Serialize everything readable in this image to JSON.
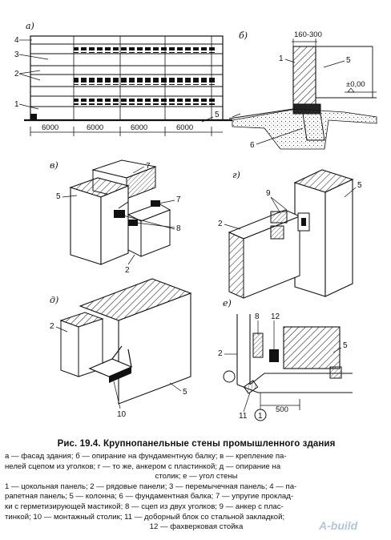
{
  "panels": {
    "a": {
      "label": "а)",
      "callouts": [
        "4",
        "3",
        "2",
        "1",
        "5"
      ],
      "dimensions": [
        "6000",
        "6000",
        "6000",
        "6000"
      ]
    },
    "b": {
      "label": "б)",
      "dimension": "160-300",
      "level": "±0,00",
      "callouts": [
        "1",
        "5",
        "6"
      ]
    },
    "v": {
      "label": "в)",
      "callouts": [
        "7",
        "5",
        "7",
        "8",
        "2"
      ]
    },
    "g": {
      "label": "г)",
      "callouts": [
        "9",
        "5",
        "2"
      ]
    },
    "d": {
      "label": "д)",
      "callouts": [
        "2",
        "5",
        "10"
      ]
    },
    "e": {
      "label": "е)",
      "callouts": [
        "8",
        "12",
        "2",
        "5",
        "11",
        "1"
      ],
      "dimension": "500"
    }
  },
  "caption": {
    "title": "Рис. 19.4. Крупнопанельные стены промышленного здания",
    "lines": [
      "а — фасад здания; б — опирание на фундаментную балку; в — крепление па-",
      "нелей сцепом из уголков; г — то же, анкером с пластинкой; д — опирание на",
      "столик; е — угол стены",
      "1 — цокольная панель; 2 — рядовые панели; 3 — перемычечная панель; 4 — па-",
      "рапетная панель; 5 — колонна; 6 — фундаментная балка; 7 — упругие проклад-",
      "ки с герметизирующей мастикой; 8 — сцеп из двух уголков; 9 — анкер с плас-",
      "тинкой; 10 — монтажный столик; 11 — доборный блок со стальной закладкой;",
      "12 — фахверковая стойка"
    ]
  },
  "watermark": "A-build"
}
